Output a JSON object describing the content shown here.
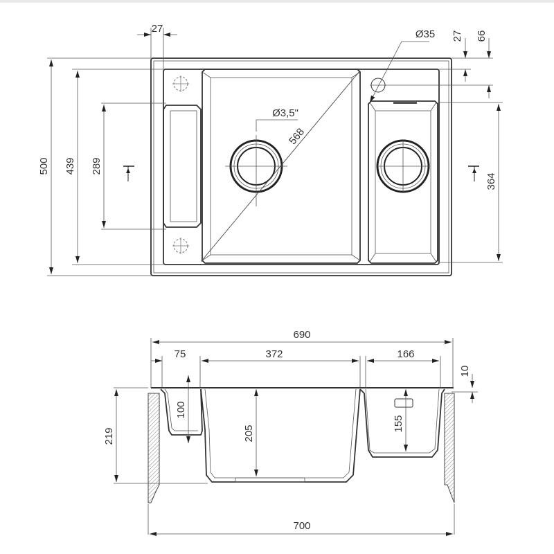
{
  "drawing": {
    "top_view": {
      "dimensions": {
        "left_margin_width": "27",
        "tap_hole_diameter": "Ø35",
        "tap_hole_offset_top": "27",
        "tap_hole_offset_center": "66",
        "overall_depth": "500",
        "inner_depth": "439",
        "drainer_depth": "289",
        "small_bowl_depth": "364",
        "main_bowl_diagonal": "568",
        "drain_diameter": "Ø3,5\""
      }
    },
    "section_view": {
      "dimensions": {
        "overall_width_top": "690",
        "drainer_width": "75",
        "main_bowl_width": "372",
        "small_bowl_width": "166",
        "rim_thickness": "10",
        "overall_height": "219",
        "drainer_depth": "100",
        "main_bowl_depth": "205",
        "small_bowl_depth": "155",
        "overall_width_bottom": "700"
      }
    },
    "colors": {
      "line": "#333333",
      "background": "#ffffff"
    }
  }
}
